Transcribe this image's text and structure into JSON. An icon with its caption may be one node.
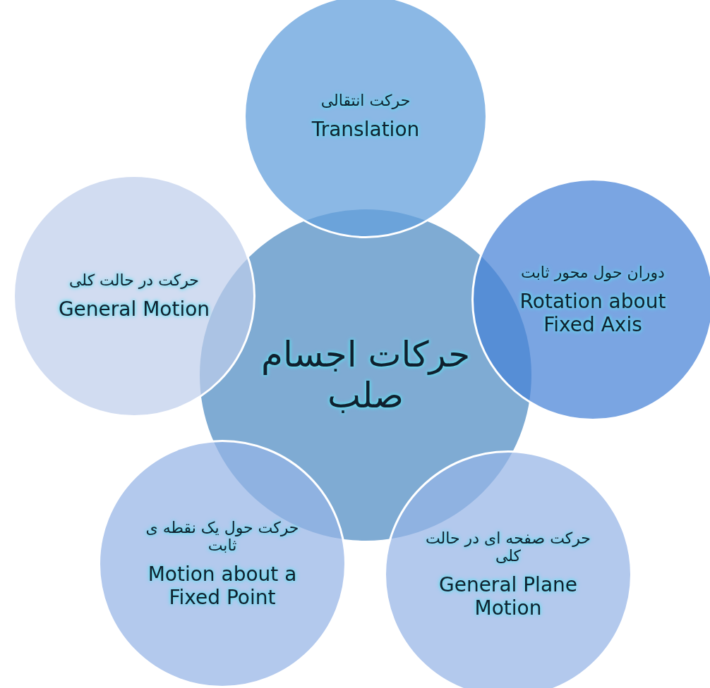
{
  "diagram": {
    "nodes": [
      {
        "text": [
          "حرکت انتقالی",
          "Translation"
        ]
      },
      {
        "text": [
          "حرکت در حالت کلی",
          "General Motion"
        ]
      },
      {
        "text": [
          "حرکات اجسام صلب"
        ]
      },
      {
        "text": [
          "دوران حول محور ثابت",
          "Rotation about Fixed Axis"
        ]
      },
      {
        "text": [
          "حرکت حول یک نقطه ی ثابت",
          "Motion about a Fixed Point"
        ]
      },
      {
        "text": [
          "حرکت صفحه ای در حالت کلی",
          "General Plane Motion"
        ]
      }
    ]
  }
}
